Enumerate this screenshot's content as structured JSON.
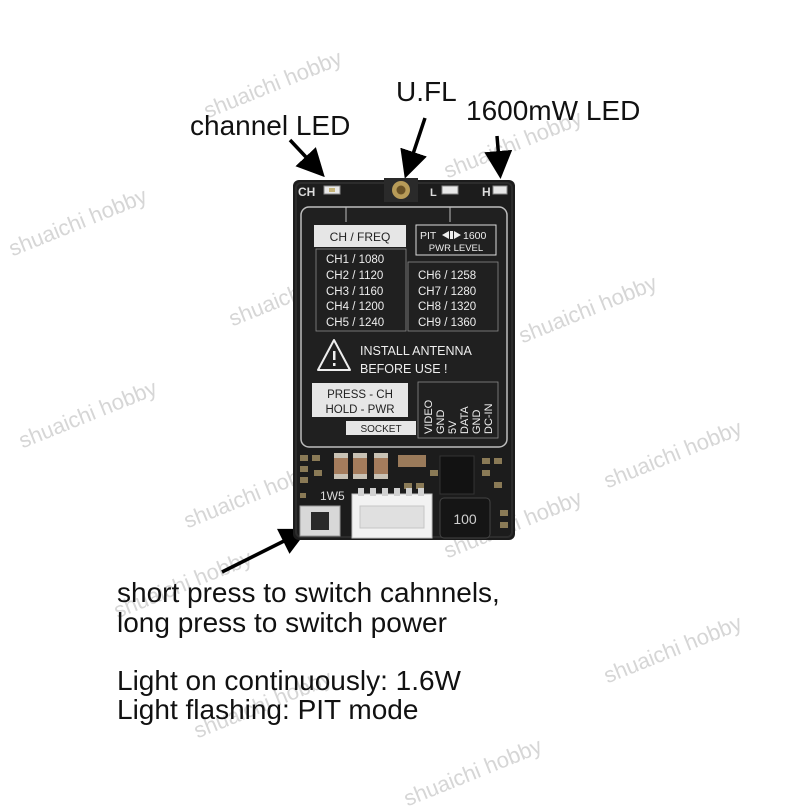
{
  "watermark": "shuaichi hobby",
  "callouts": {
    "channel_led": "channel LED",
    "ufl": "U.FL",
    "power_led": "1600mW LED"
  },
  "board": {
    "silk_ch": "CH",
    "silk_h": "H",
    "silk_l": "L",
    "silk_1w5": "1W5",
    "inductor": "100",
    "label": {
      "ch_freq_header": "CH / FREQ",
      "channels_left": [
        "CH1 / 1080",
        "CH2 / 1120",
        "CH3 / 1160",
        "CH4 / 1200",
        "CH5 / 1240"
      ],
      "channels_right": [
        "CH6 / 1258",
        "CH7 / 1280",
        "CH8 / 1320",
        "CH9 / 1360"
      ],
      "pit_left": "PIT",
      "pit_right": "1600",
      "pwr_level": "PWR LEVEL",
      "warning_line1": "INSTALL ANTENNA",
      "warning_line2": "BEFORE USE !",
      "press_line1": "PRESS - CH",
      "press_line2": "HOLD - PWR",
      "socket": "SOCKET",
      "pins": [
        "VIDEO",
        "GND",
        "5V",
        "DATA",
        "GND",
        "DC-IN"
      ]
    }
  },
  "description": {
    "line1": "short press to switch cahnnels,",
    "line2": "long press to switch power",
    "line3": "Light on continuously: 1.6W",
    "line4": "Light flashing: PIT mode"
  }
}
